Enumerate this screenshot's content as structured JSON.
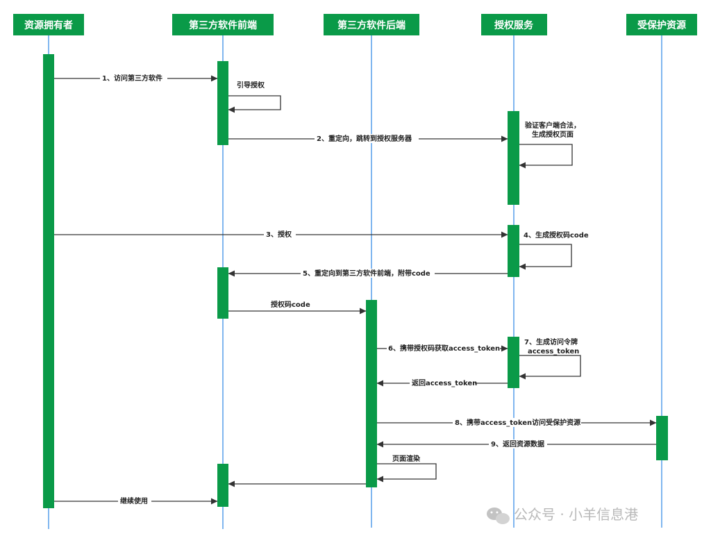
{
  "diagram": {
    "type": "sequence",
    "colors": {
      "actor_fill": "#0a9a48",
      "activation_fill": "#0a9a48",
      "lifeline": "#3b8fe6",
      "arrow": "#333333",
      "text": "#222222"
    },
    "actors": [
      {
        "id": "owner",
        "label": "资源拥有者"
      },
      {
        "id": "frontend",
        "label": "第三方软件前端"
      },
      {
        "id": "backend",
        "label": "第三方软件后端"
      },
      {
        "id": "auth",
        "label": "授权服务"
      },
      {
        "id": "resource",
        "label": "受保护资源"
      }
    ],
    "messages": [
      {
        "id": "m1",
        "label": "1、访问第三方软件"
      },
      {
        "id": "m1s",
        "label": "引导授权"
      },
      {
        "id": "m2",
        "label": "2、重定向，跳转到授权服务器"
      },
      {
        "id": "m2s",
        "lines": [
          "验证客户端合法，",
          "生成授权页面"
        ]
      },
      {
        "id": "m3",
        "label": "3、授权"
      },
      {
        "id": "m4",
        "label": "4、生成授权码code"
      },
      {
        "id": "m5",
        "label": "5、重定向到第三方软件前端，附带code"
      },
      {
        "id": "m5b",
        "label": "授权码code"
      },
      {
        "id": "m6",
        "label": "6、携带授权码获取access_token"
      },
      {
        "id": "m7",
        "lines": [
          "7、生成访问令牌",
          "access_token"
        ]
      },
      {
        "id": "m7r",
        "label": "返回access_token"
      },
      {
        "id": "m8",
        "label": "8、携带access_token访问受保护资源"
      },
      {
        "id": "m9",
        "label": "9、返回资源数据"
      },
      {
        "id": "m10",
        "label": "页面渲染"
      },
      {
        "id": "m11",
        "label": ""
      },
      {
        "id": "m12",
        "label": "继续使用"
      }
    ]
  },
  "watermark": {
    "icon": "wechat-icon",
    "text": "公众号 · 小羊信息港"
  }
}
